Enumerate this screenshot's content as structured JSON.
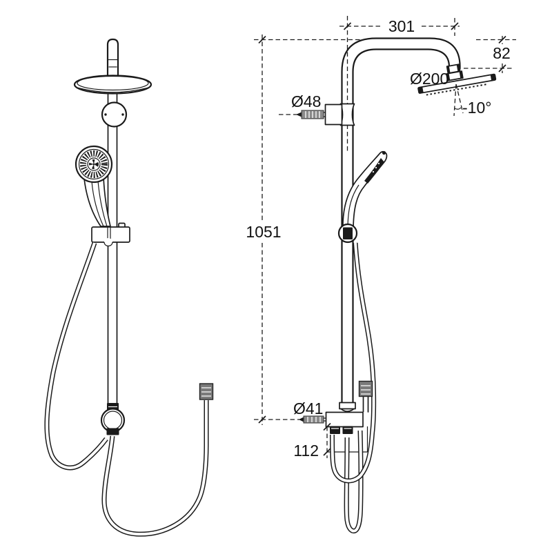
{
  "colors": {
    "background": "#ffffff",
    "line": "#1a1a1a",
    "hose_fitting_gray": "#7a7a7a",
    "wall_plug_gray": "#8a8a8a"
  },
  "dimensions": {
    "arm_projection": "301",
    "head_vertical_offset": "82",
    "head_diameter": "Ø200",
    "head_tilt_angle": "-10°",
    "wall_bracket_diameter": "Ø48",
    "column_height": "1051",
    "inlet_connector_diameter": "Ø41",
    "inlet_section_height": "112"
  }
}
